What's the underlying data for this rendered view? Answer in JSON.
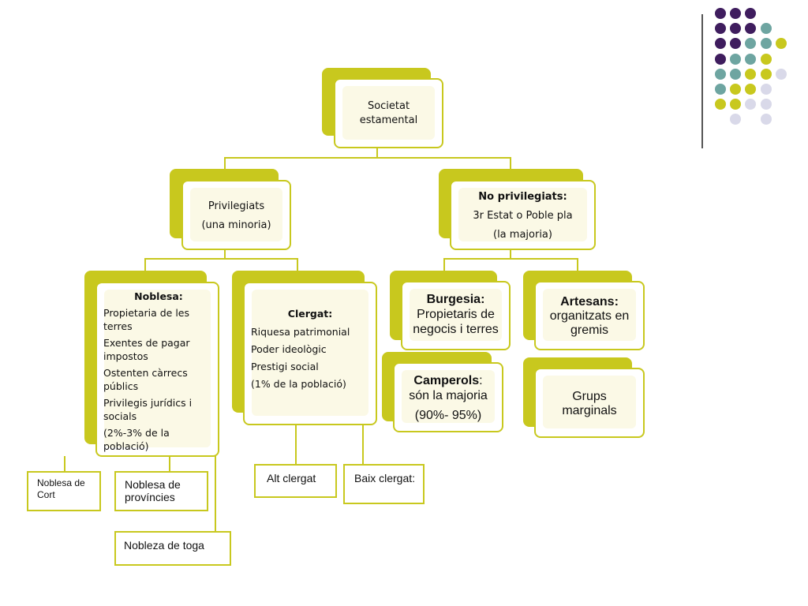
{
  "decor": {
    "colors": {
      "purple": "#3f1d5e",
      "teal": "#6ea5a1",
      "lime": "#c8c81e",
      "lavender": "#d9d9e9"
    },
    "dot_pattern": [
      [
        "purple",
        "purple",
        "purple",
        null,
        null
      ],
      [
        "purple",
        "purple",
        "purple",
        "teal",
        null
      ],
      [
        "purple",
        "purple",
        "teal",
        "teal",
        "lime"
      ],
      [
        "purple",
        "teal",
        "teal",
        "lime",
        null
      ],
      [
        "teal",
        "teal",
        "lime",
        "lime",
        "lavender"
      ],
      [
        "teal",
        "lime",
        "lime",
        "lavender",
        null
      ],
      [
        "lime",
        "lime",
        "lavender",
        "lavender",
        null
      ],
      [
        null,
        "lavender",
        null,
        "lavender",
        null
      ]
    ]
  },
  "root": {
    "line1": "Societat",
    "line2": "estamental"
  },
  "privilegiats": {
    "line1": "Privilegiats",
    "line2": "(una minoria)"
  },
  "no_privilegiats": {
    "line1": "No privilegiats:",
    "line2": "3r Estat o Poble pla",
    "line3": "(la majoria)"
  },
  "noblesa": {
    "title": "Noblesa:",
    "items": [
      "Propietaria de les terres",
      "Exentes de pagar impostos",
      "Ostenten càrrecs públics",
      "Privilegis jurídics i socials",
      "(2%-3% de la població)"
    ]
  },
  "clergat": {
    "title": "Clergat:",
    "items": [
      "Riquesa patrimonial",
      "Poder ideològic",
      "Prestigi social",
      "(1% de la població)"
    ]
  },
  "burgesia": {
    "title": "Burgesia:",
    "text": "Propietaris de negocis i terres"
  },
  "artesans": {
    "title": "Artesans:",
    "text": "organitzats en gremis"
  },
  "camperols": {
    "title": "Camperols",
    "colon": ":",
    "text": "són la majoria",
    "pct": "(90%- 95%)"
  },
  "grups": {
    "text": "Grups marginals"
  },
  "sub": {
    "noblesa_cort": "Noblesa de Cort",
    "noblesa_provincies": "Noblesa de províncies",
    "noblesa_toga": "Nobleza de toga",
    "alt_clergat": "Alt clergat",
    "baix_clergat": "Baix clergat:"
  }
}
